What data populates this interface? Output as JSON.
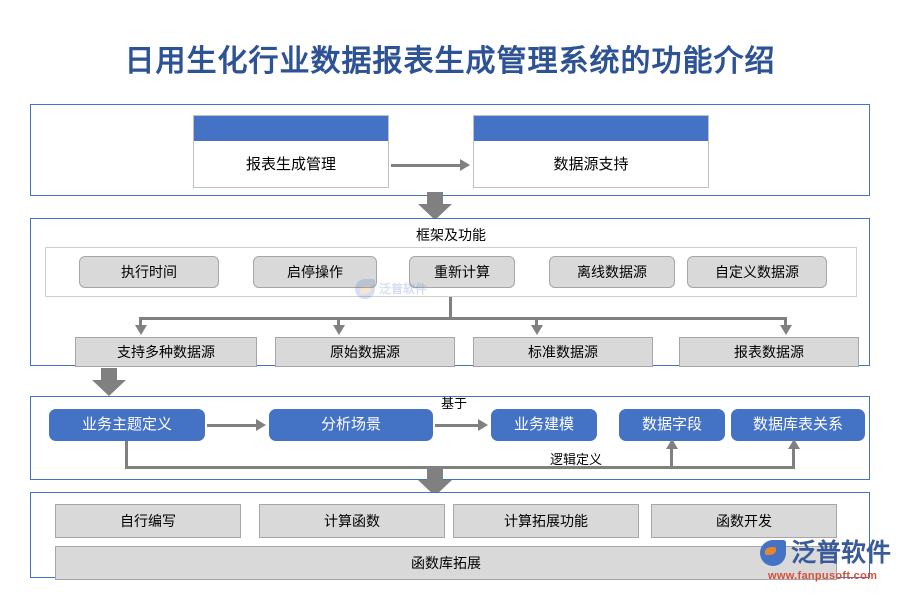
{
  "page": {
    "title": "日用生化行业数据报表生成管理系统的功能介绍",
    "accent_blue": "#4472C4",
    "title_color": "#2E5395",
    "box_gray": "#D9D9D9",
    "connector_gray": "#808080"
  },
  "top_cards": [
    {
      "label": "报表生成管理"
    },
    {
      "label": "数据源支持"
    }
  ],
  "framework": {
    "title": "框架及功能",
    "functions": [
      {
        "label": "执行时间"
      },
      {
        "label": "启停操作"
      },
      {
        "label": "重新计算"
      },
      {
        "label": "离线数据源"
      },
      {
        "label": "自定义数据源"
      }
    ],
    "datasources": [
      {
        "label": "支持多种数据源"
      },
      {
        "label": "原始数据源"
      },
      {
        "label": "标准数据源"
      },
      {
        "label": "报表数据源"
      }
    ]
  },
  "model": {
    "nodes": [
      {
        "label": "业务主题定义"
      },
      {
        "label": "分析场景"
      },
      {
        "label": "业务建模"
      },
      {
        "label": "数据字段"
      },
      {
        "label": "数据库表关系"
      }
    ],
    "edge_labels": {
      "based_on": "基于",
      "logic_define": "逻辑定义"
    }
  },
  "functions_section": {
    "items": [
      {
        "label": "自行编写"
      },
      {
        "label": "计算函数"
      },
      {
        "label": "计算拓展功能"
      },
      {
        "label": "函数开发"
      }
    ],
    "footer": {
      "label": "函数库拓展"
    }
  },
  "branding": {
    "name": "泛普软件",
    "url": "www.fanpusoft.com",
    "watermark_name": "泛普软件"
  }
}
